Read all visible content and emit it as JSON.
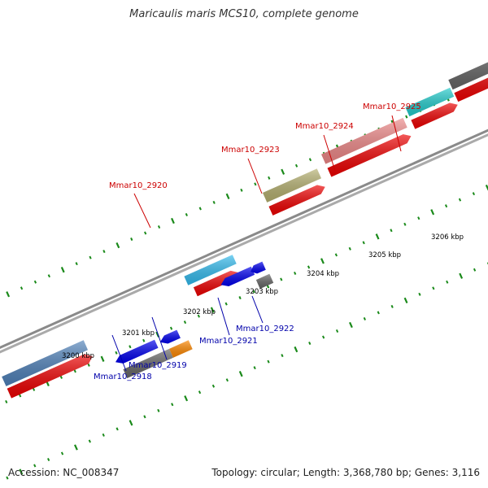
{
  "title": "Maricaulis maris MCS10, complete genome",
  "footer": {
    "accession": "Accession: NC_008347",
    "topology": "Topology: circular; Length: 3,368,780 bp; Genes: 3,116"
  },
  "colors": {
    "backbone": "#8a8a8a",
    "tick": "#1a8a1a",
    "upper_label": "#cc0000",
    "lower_label": "#0000aa"
  },
  "ticks": [
    {
      "label": "3200 kbp"
    },
    {
      "label": "3201 kbp"
    },
    {
      "label": "3202 kbp"
    },
    {
      "label": "3203 kbp"
    },
    {
      "label": "3204 kbp"
    },
    {
      "label": "3205 kbp"
    },
    {
      "label": "3206 kbp"
    }
  ],
  "features": [
    {
      "id": "blue-gray-upper",
      "label": "",
      "color": "#4f81b9"
    },
    {
      "id": "red-cds-left",
      "label": "",
      "color": "#ee0000"
    },
    {
      "id": "mmar10-2920-gene",
      "label": "Mmar10_2920",
      "color": "#33bbee"
    },
    {
      "id": "mmar10-2920-cds",
      "label": "",
      "color": "#ee0000"
    },
    {
      "id": "mmar10-2923-gene",
      "label": "Mmar10_2923",
      "color": "#b5b070"
    },
    {
      "id": "mmar10-2923-cds",
      "label": "",
      "color": "#ee0000"
    },
    {
      "id": "mmar10-2924-gene",
      "label": "Mmar10_2924",
      "color": "#ee8888"
    },
    {
      "id": "mmar10-2924-cds",
      "label": "",
      "color": "#ee0000"
    },
    {
      "id": "mmar10-2925-gene",
      "label": "Mmar10_2925",
      "color": "#22cccc"
    },
    {
      "id": "mmar10-2925-cds",
      "label": "",
      "color": "#ee0000"
    },
    {
      "id": "gray-far-right",
      "label": "",
      "color": "#666666"
    },
    {
      "id": "red-far-right",
      "label": "",
      "color": "#ee0000"
    },
    {
      "id": "mmar10-2918-blue",
      "label": "",
      "color": "#0000ee"
    },
    {
      "id": "mmar10-2919-blue",
      "label": "",
      "color": "#0000ee"
    },
    {
      "id": "mmar10-2918-gray",
      "label": "Mmar10_2918",
      "color": "#666666"
    },
    {
      "id": "mmar10-2919-orange",
      "label": "Mmar10_2919",
      "color": "#ff8800"
    },
    {
      "id": "mmar10-2921-blue",
      "label": "Mmar10_2921",
      "color": "#0000ee"
    },
    {
      "id": "mmar10-2922-blue",
      "label": "",
      "color": "#0000ee"
    },
    {
      "id": "mmar10-2922-gray",
      "label": "Mmar10_2922",
      "color": "#666666"
    }
  ]
}
